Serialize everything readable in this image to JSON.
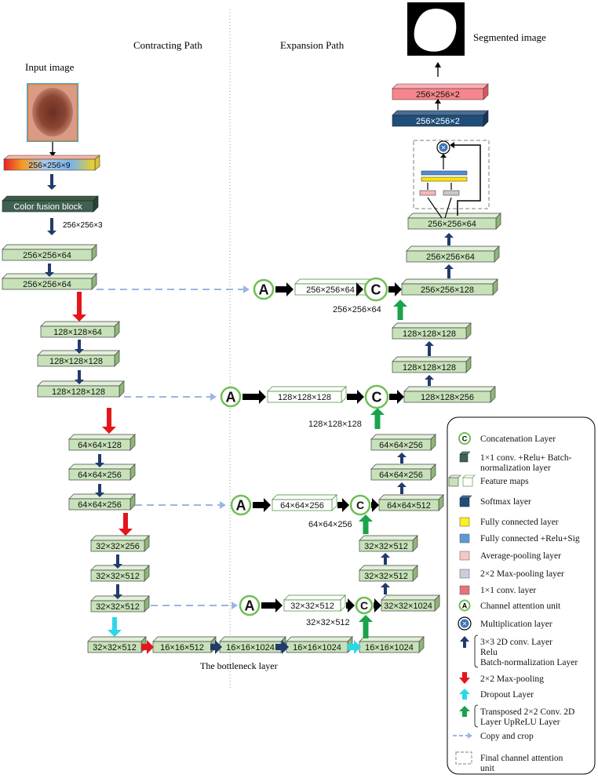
{
  "headers": {
    "contracting": "Contracting Path",
    "expansion": "Expansion Path",
    "input": "Input  image",
    "segmented": "Segmented  image",
    "bottleneck": "The bottleneck layer"
  },
  "colors": {
    "green_fill": "#c7e2b9",
    "green_top": "#e1f0d8",
    "green_side": "#8fb57a",
    "navy_arrow": "#213b6b",
    "red_arrow": "#e3161c",
    "green_arrow": "#1aa34a",
    "cyan_arrow": "#2cd8e6",
    "dashed_arrow": "#9bb5e3",
    "circle_border": "#6fbf55",
    "pink_box": "#f6868d",
    "blue_box": "#1f4e79"
  },
  "input_block": {
    "label": "256×256×9"
  },
  "color_fusion": {
    "label": "Color fusion block"
  },
  "fusion_output": {
    "label": "256×256×3"
  },
  "contracting": [
    {
      "label": "256×256×64"
    },
    {
      "label": "256×256×64"
    },
    {
      "label": "128×128×64"
    },
    {
      "label": "128×128×128"
    },
    {
      "label": "128×128×128"
    },
    {
      "label": "64×64×128"
    },
    {
      "label": "64×64×256"
    },
    {
      "label": "64×64×256"
    },
    {
      "label": "32×32×256"
    },
    {
      "label": "32×32×512"
    },
    {
      "label": "32×32×512"
    },
    {
      "label": "32×32×512"
    }
  ],
  "bottleneck": [
    {
      "label": "16×16×512"
    },
    {
      "label": "16×16×1024"
    },
    {
      "label": "16×16×1024"
    },
    {
      "label": "16×16×1024"
    }
  ],
  "attention_units": [
    {
      "symbol": "A",
      "output": "256×256×64"
    },
    {
      "symbol": "A",
      "output": "128×128×128"
    },
    {
      "symbol": "A",
      "output": "64×64×256"
    },
    {
      "symbol": "A",
      "output": "32×32×512"
    }
  ],
  "concat_symbol": "C",
  "upsample_labels": [
    "256×256×64",
    "128×128×128",
    "64×64×256",
    "32×32×512"
  ],
  "expansion": [
    {
      "label": "32×32×1024"
    },
    {
      "label": "32×32×512"
    },
    {
      "label": "32×32×512"
    },
    {
      "label": "64×64×512"
    },
    {
      "label": "64×64×256"
    },
    {
      "label": "64×64×256"
    },
    {
      "label": "128×128×256"
    },
    {
      "label": "128×128×128"
    },
    {
      "label": "128×128×128"
    },
    {
      "label": "256×256×128"
    },
    {
      "label": "256×256×64"
    },
    {
      "label": "256×256×64"
    }
  ],
  "output_layers": [
    {
      "label": "256×256×2"
    },
    {
      "label": "256×256×2"
    }
  ],
  "legend": {
    "items": [
      {
        "icon": "concat-circle-icon",
        "text": "Concatenation Layer"
      },
      {
        "icon": "conv-bn-cube-icon",
        "text": "1×1 conv. +Relu+ Batch-\nnormalization layer"
      },
      {
        "icon": "feature-map-icon",
        "text": "Feature maps"
      },
      {
        "icon": "softmax-cube-icon",
        "text": "Softmax layer"
      },
      {
        "icon": "fc-yellow-icon",
        "text": "Fully connected layer"
      },
      {
        "icon": "fc-blue-icon",
        "text": "Fully connected +Relu+Sig"
      },
      {
        "icon": "avgpool-pink-icon",
        "text": "Average-pooling layer"
      },
      {
        "icon": "maxpool-gray-icon",
        "text": "2×2 Max-pooling layer"
      },
      {
        "icon": "conv1x1-red-icon",
        "text": "1×1 conv. layer"
      },
      {
        "icon": "attention-a-icon",
        "text": "Channel attention unit"
      },
      {
        "icon": "multiply-icon",
        "text": "Multiplication layer"
      },
      {
        "icon": "navy-arrow-icon",
        "text": "3×3 2D conv. Layer\nRelu\nBatch-normalization Layer"
      },
      {
        "icon": "red-arrow-icon",
        "text": "2×2 Max-pooling"
      },
      {
        "icon": "cyan-arrow-icon",
        "text": "Dropout Layer"
      },
      {
        "icon": "green-arrow-icon",
        "text": "Transposed 2×2 Conv. 2D\nLayer UpReLU Layer"
      },
      {
        "icon": "dashed-arrow-icon",
        "text": "Copy and crop"
      },
      {
        "icon": "dashed-box-icon",
        "text": "Final channel attention\nunit"
      }
    ]
  }
}
